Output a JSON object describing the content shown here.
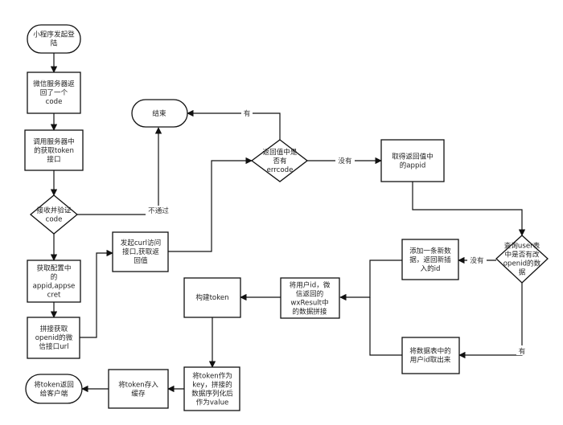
{
  "nodes": {
    "start": "小程序发起登\n陆",
    "wx_return_code": "微信服务器返\n回了一个\ncode",
    "call_token_api": "调用服务器中\n的获取token\n接口",
    "verify_code": "接收并验证\ncode",
    "get_config": "获取配置中\n的\nappid,appse\ncret",
    "build_url": "拼接获取\nopenid的微\n信接口url",
    "curl_request": "发起curl访问\n接口,获取返\n回值",
    "check_errcode": "返回值中是\n否有\nerrcode",
    "end": "结束",
    "get_appid": "取得返回值中\n的appid",
    "query_user": "查询user表\n中是否有改\nopenid的数\n据",
    "add_record": "添加一条新数\n据，返回新插\n入的id",
    "fetch_userid": "将数据表中的\n用户id取出来",
    "concat_data": "将用户id，微\n信返回的\nwxResult中\n的数据拼接",
    "build_token": "构建token",
    "token_as_key": "将token作为\nkey，拼接的\n数据序列化后\n作为value",
    "cache_token": "将token存入\n缓存",
    "return_token": "将token返回\n给客户端"
  },
  "edge_labels": {
    "not_passed": "不通过",
    "has": "有",
    "none": "没有",
    "none_2": "没有",
    "has_2": "有"
  }
}
